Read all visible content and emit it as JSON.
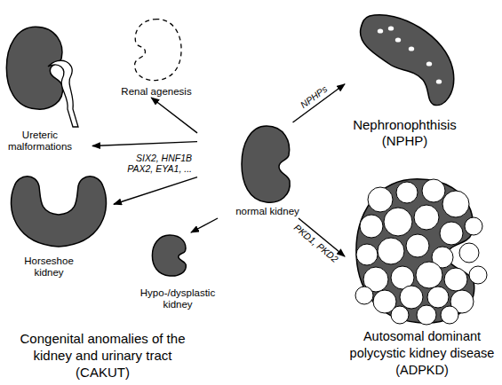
{
  "diagram": {
    "nodes": [
      {
        "text": [
          "Renal agenesis"
        ]
      },
      {
        "text": [
          "Ureteric malformations"
        ]
      },
      {
        "text": [
          "Nephronophthisis (NPHP)"
        ]
      },
      {
        "text": [
          "normal kidney"
        ]
      },
      {
        "text": [
          "Horseshoe kidney"
        ]
      },
      {
        "text": [
          "Hypo-/dysplastic kidney"
        ]
      },
      {
        "text": [
          "Autosomal dominant polycystic kidney disease (ADPKD)"
        ]
      }
    ],
    "edges": [
      {
        "from": 3,
        "to": 0,
        "arrow": "to"
      },
      {
        "from": 3,
        "to": 1,
        "arrow": "to"
      },
      {
        "from": 3,
        "to": 4,
        "arrow": "to"
      },
      {
        "from": 3,
        "to": 5,
        "arrow": "to"
      },
      {
        "from": 3,
        "to": 2,
        "label": "NPHPs",
        "arrow": "to"
      },
      {
        "from": 3,
        "to": 6,
        "label": "PKD1, PKD2",
        "arrow": "to"
      }
    ],
    "labels": [
      "SIX2, HNF1B PAX2, EYA1, ...",
      "Congenital anomalies of the kidney and urinary tract (CAKUT)"
    ]
  }
}
